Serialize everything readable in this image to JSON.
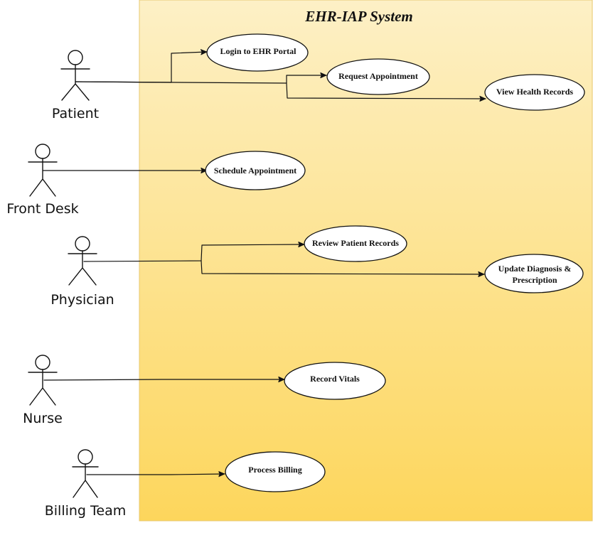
{
  "system": {
    "title": "EHR-IAP System"
  },
  "actors": [
    {
      "id": "patient",
      "label": "Patient"
    },
    {
      "id": "front-desk",
      "label": "Front Desk"
    },
    {
      "id": "physician",
      "label": "Physician"
    },
    {
      "id": "nurse",
      "label": "Nurse"
    },
    {
      "id": "billing-team",
      "label": "Billing Team"
    }
  ],
  "use_cases": [
    {
      "id": "login",
      "lines": [
        "Login to EHR Portal"
      ]
    },
    {
      "id": "request-appointment",
      "lines": [
        "Request Appointment"
      ]
    },
    {
      "id": "view-health-records",
      "lines": [
        "View Health Records"
      ]
    },
    {
      "id": "schedule-appointment",
      "lines": [
        "Schedule Appointment"
      ]
    },
    {
      "id": "review-patient-records",
      "lines": [
        "Review Patient Records"
      ]
    },
    {
      "id": "update-diagnosis",
      "lines": [
        "Update Diagnosis &",
        "Prescription"
      ]
    },
    {
      "id": "record-vitals",
      "lines": [
        "Record Vitals"
      ]
    },
    {
      "id": "process-billing",
      "lines": [
        "Process Billing"
      ]
    }
  ],
  "associations": [
    {
      "actor": "patient",
      "use_case": "login"
    },
    {
      "actor": "patient",
      "use_case": "request-appointment"
    },
    {
      "actor": "patient",
      "use_case": "view-health-records"
    },
    {
      "actor": "front-desk",
      "use_case": "schedule-appointment"
    },
    {
      "actor": "physician",
      "use_case": "review-patient-records"
    },
    {
      "actor": "physician",
      "use_case": "update-diagnosis"
    },
    {
      "actor": "nurse",
      "use_case": "record-vitals"
    },
    {
      "actor": "billing-team",
      "use_case": "process-billing"
    }
  ],
  "colors": {
    "system_fill_top": "#fdf0c6",
    "system_fill_bottom": "#fdd65c",
    "system_border": "#e8c870",
    "ink": "#111111",
    "use_case_fill": "#ffffff"
  }
}
